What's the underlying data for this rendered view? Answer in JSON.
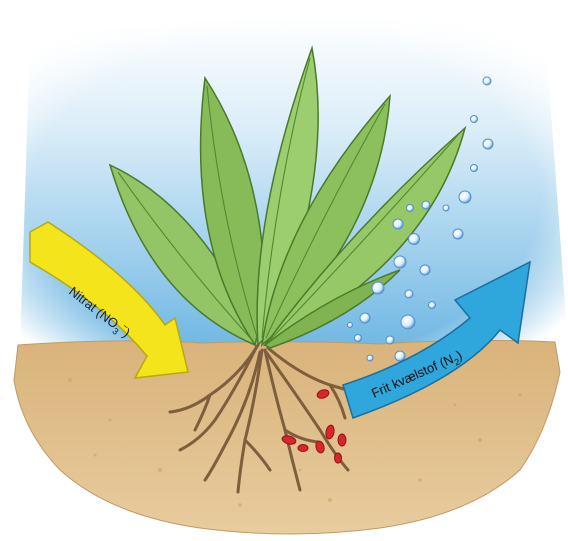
{
  "labels": {
    "nitrate_main": "Nitrat (NO",
    "nitrate_sub": "3",
    "nitrate_sup": "−",
    "nitrate_close": ")",
    "nitrogen_main": "Frit kvælstof (N",
    "nitrogen_sub": "2",
    "nitrogen_close": ")"
  },
  "colors": {
    "sky_top": "#ffffff",
    "sky_bottom": "#6fb7e3",
    "soil": "#dcb985",
    "soil_dark": "#c79d62",
    "leaf": "#8cc05d",
    "leaf_dark": "#5e9a3a",
    "root": "#8a6a4a",
    "nodule": "#d8262c",
    "nitrate_arrow": "#f4e41b",
    "nitrogen_arrow": "#2fa6dc",
    "bubble": "#9ec9ee"
  }
}
